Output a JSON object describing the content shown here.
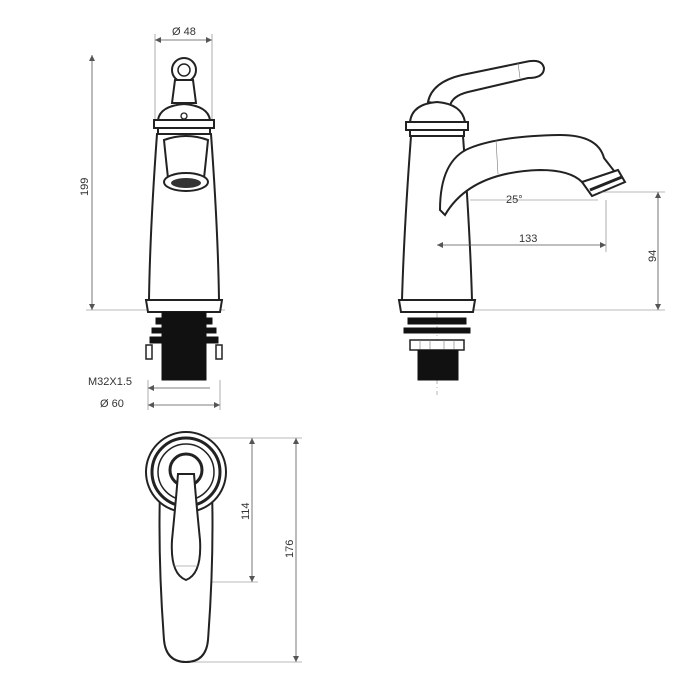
{
  "dimensions": {
    "front_width": "Ø 48",
    "front_height": "199",
    "thread": "M32X1.5",
    "base_diameter": "Ø 60",
    "spout_angle": "25°",
    "spout_reach": "133",
    "spout_height": "94",
    "top_handle_length": "114",
    "top_total_length": "176"
  },
  "colors": {
    "line": "#222222",
    "dimension": "#555555",
    "fill_dark": "#111111"
  }
}
